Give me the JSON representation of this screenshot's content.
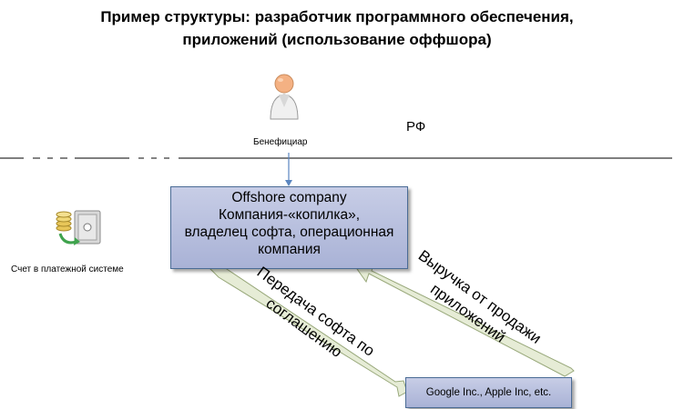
{
  "title": {
    "line1": "Пример структуры: разработчик программного обеспечения,",
    "line2": "приложений (использование оффшора)"
  },
  "region_label": "РФ",
  "beneficiary": {
    "label": "Бенефициар",
    "icon": "person-icon"
  },
  "payment_account": {
    "label": "Счет в платежной системе",
    "icon": "safe-with-coins-icon"
  },
  "offshore_box": {
    "line1": "Offshore company",
    "line2": "Компания-«копилка»,",
    "line3": "владелец софта, операционная",
    "line4": "компания"
  },
  "google_box": {
    "label": "Google Inc., Apple Inc, etc."
  },
  "arrows": {
    "software_transfer": {
      "line1": "Передача софта по",
      "line2": "соглашению"
    },
    "app_revenue": {
      "line1": "Выручка от продажи",
      "line2": "приложений"
    }
  },
  "colors": {
    "box_fill": "#b8c0de",
    "box_border": "#4a6b95",
    "arrow_fill": "#e6ecd6",
    "arrow_border": "#98a87a",
    "connector": "#5b86c0"
  }
}
